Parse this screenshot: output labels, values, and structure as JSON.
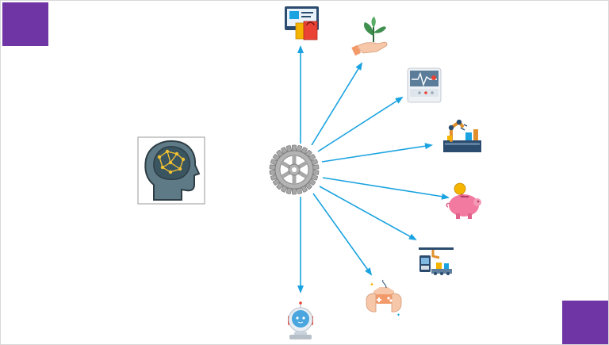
{
  "slide": {
    "accent_color": "#6f35a5",
    "arrow_color": "#1aa3e0"
  },
  "diagram": {
    "source": {
      "icon": "brain-head-icon"
    },
    "hub": {
      "icon": "gear-icon"
    },
    "targets": [
      {
        "id": "ecommerce",
        "icon": "online-shopping-icon"
      },
      {
        "id": "agriculture",
        "icon": "plant-in-hand-icon"
      },
      {
        "id": "healthcare",
        "icon": "heart-monitor-icon"
      },
      {
        "id": "manufacturing",
        "icon": "factory-robot-arm-icon"
      },
      {
        "id": "finance",
        "icon": "piggy-bank-icon"
      },
      {
        "id": "automation",
        "icon": "robotic-assembly-icon"
      },
      {
        "id": "gaming",
        "icon": "game-controller-icon"
      },
      {
        "id": "robotics",
        "icon": "robot-head-icon"
      }
    ]
  }
}
